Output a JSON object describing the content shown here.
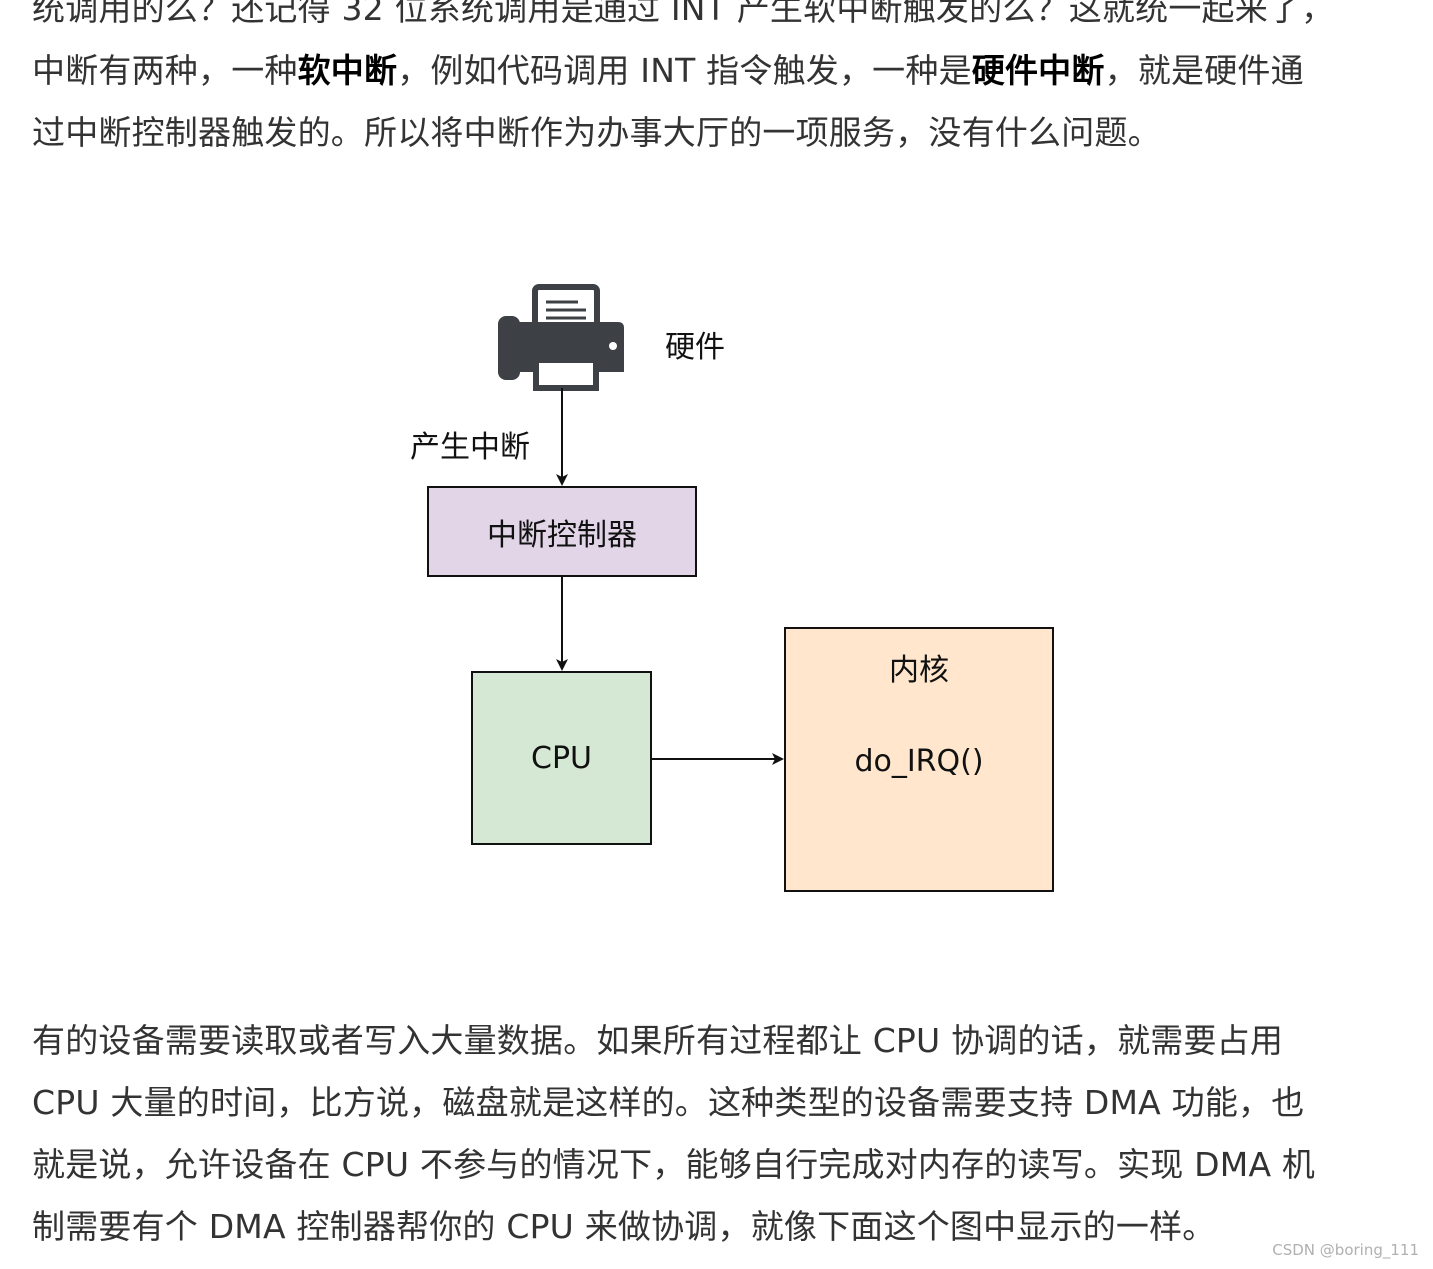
{
  "article": {
    "top_paragraph": {
      "line1": "统调用的么？还记得 32 位系统调用是通过 INT 产生软中断触发的么？这就统一起来了，",
      "line2_before": "中断有两种，一种",
      "line2_bold1": "软中断",
      "line2_mid": "，例如代码调用 INT 指令触发，一种是",
      "line2_bold2": "硬件中断",
      "line2_after": "，就是硬件通",
      "line3": "过中断控制器触发的。所以将中断作为办事大厅的一项服务，没有什么问题。"
    },
    "bottom_paragraph": {
      "line1": "有的设备需要读取或者写入大量数据。如果所有过程都让 CPU 协调的话，就需要占用",
      "line2": "CPU 大量的时间，比方说，磁盘就是这样的。这种类型的设备需要支持 DMA 功能，也",
      "line3": "就是说，允许设备在 CPU 不参与的情况下，能够自行完成对内存的读写。实现 DMA 机",
      "line4": "制需要有个 DMA 控制器帮你的 CPU 来做协调，就像下面这个图中显示的一样。"
    }
  },
  "diagram": {
    "hardware_label": "硬件",
    "interrupt_label": "产生中断",
    "controller_label": "中断控制器",
    "cpu_label": "CPU",
    "kernel_title": "内核",
    "kernel_function": "do_IRQ()",
    "icons": [
      "printer-icon"
    ],
    "colors": {
      "controller_fill": "#e1d5e7",
      "cpu_fill": "#d5e8d4",
      "kernel_fill": "#ffe6cc"
    }
  },
  "watermark": "CSDN @boring_111"
}
